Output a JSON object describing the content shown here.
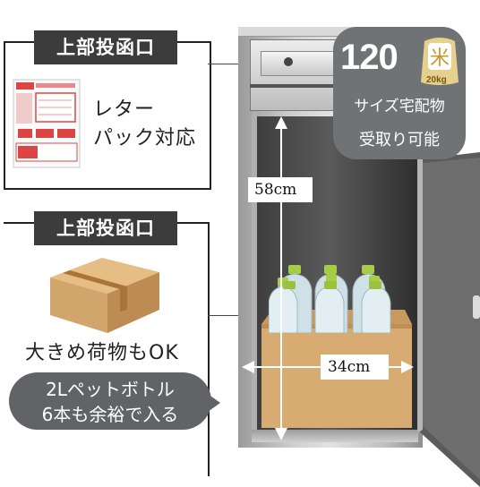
{
  "left_top_panel": {
    "tag": "上部投函口",
    "caption_line1": "レター",
    "caption_line2": "パック対応",
    "icon": "letterpack-envelope-icon"
  },
  "left_bottom_panel": {
    "tag": "上部投函口",
    "caption": "大きめ荷物もOK",
    "bubble_line1": "2Lペットボトル",
    "bubble_line2": "6本も余裕で入る",
    "icon": "cardboard-box-icon"
  },
  "badge": {
    "size_number": "120",
    "weight_label": "20kg",
    "line1": "サイズ宅配物",
    "line2": "受取り可能",
    "icon": "rice-bag-icon"
  },
  "dimensions": {
    "height": "58cm",
    "width": "34cm"
  },
  "colors": {
    "tag_bg": "#3c3c3c",
    "bubble_bg": "#616366",
    "badge_bg": "#707376",
    "rice_bag": "#e6d08e",
    "box_kraft": "#d2a56c"
  }
}
